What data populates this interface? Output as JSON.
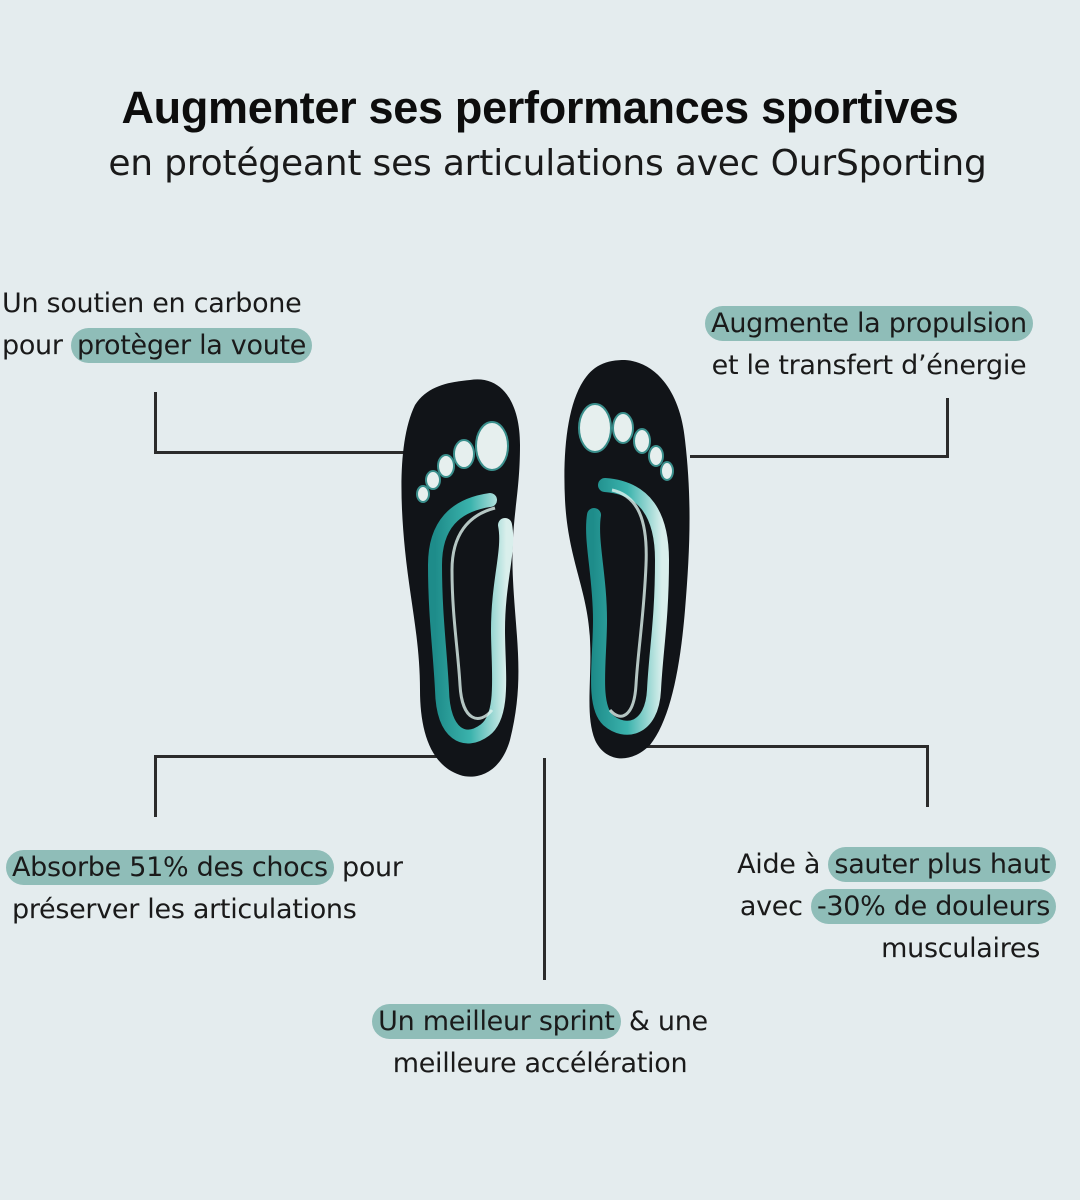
{
  "header": {
    "title": "Augmenter ses performances sportives",
    "subtitle": "en protégeant ses articulations avec OurSporting"
  },
  "callouts": {
    "top_left": {
      "line1": "Un soutien en carbone",
      "line2_prefix": "pour ",
      "line2_highlight": "protèger la voute"
    },
    "top_right": {
      "line1_highlight": "Augmente la propulsion",
      "line2": "et le transfert d’énergie"
    },
    "bottom_left": {
      "line1_highlight": "Absorbe 51% des chocs",
      "line1_suffix": " pour",
      "line2": "préserver les articulations"
    },
    "bottom_right": {
      "line1_prefix": "Aide à ",
      "line1_highlight": "sauter plus haut",
      "line2_prefix": "avec ",
      "line2_highlight": "-30% de douleurs",
      "line3": "musculaires"
    },
    "bottom_center": {
      "line1_highlight": "Un meilleur sprint",
      "line1_suffix": " & une",
      "line2": "meilleure accélération"
    }
  },
  "colors": {
    "background": "#e4ecee",
    "highlight": "#8fbdb8",
    "insole": "#111418",
    "accent": "#2aa39f"
  },
  "image": {
    "subject": "insoles-icon"
  }
}
